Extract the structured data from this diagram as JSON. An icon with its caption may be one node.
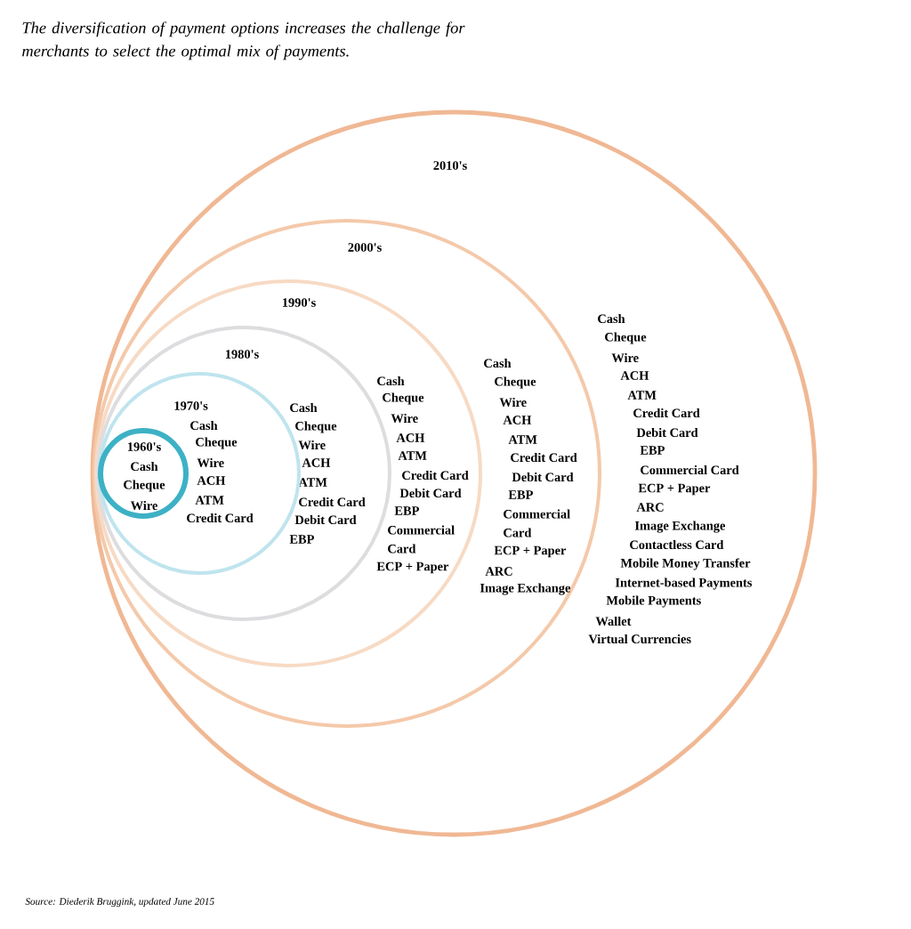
{
  "diagram": {
    "title": "The diversification of payment options increases the challenge for merchants to select the optimal mix of payments.",
    "caption": "Source: Diederik Bruggink, updated June 2015",
    "nodes": [
      {
        "text": [
          "2010's",
          "Cash",
          "Cheque",
          "Wire",
          "ACH",
          "ATM",
          "Credit Card",
          "Debit Card",
          "EBP",
          "Commercial Card",
          "ECP + Paper",
          "ARC",
          "Image Exchange",
          "Contactless Card",
          "Mobile Money Transfer",
          "Internet-based Payments",
          "Mobile Payments",
          "Wallet",
          "Virtual Currencies"
        ]
      },
      {
        "text": [
          "2000's",
          "Cash",
          "Cheque",
          "Wire",
          "ACH",
          "ATM",
          "Credit Card",
          "Debit Card",
          "EBP",
          "Commercial Card",
          "ECP + Paper",
          "ARC",
          "Image Exchange"
        ],
        "in": 0
      },
      {
        "text": [
          "1990's",
          "Cash",
          "Cheque",
          "Wire",
          "ACH",
          "ATM",
          "Credit Card",
          "Debit Card",
          "EBP",
          "Commercial Card",
          "ECP + Paper"
        ],
        "in": 1
      },
      {
        "text": [
          "1980's",
          "Cash",
          "Cheque",
          "Wire",
          "ACH",
          "ATM",
          "Credit Card",
          "Debit Card",
          "EBP"
        ],
        "in": 2
      },
      {
        "text": [
          "1970's",
          "Cash",
          "Cheque",
          "Wire",
          "ACH",
          "ATM",
          "Credit Card"
        ],
        "in": 3
      },
      {
        "text": [
          "1960's",
          "Cash",
          "Cheque",
          "Wire"
        ],
        "in": 4
      }
    ]
  }
}
